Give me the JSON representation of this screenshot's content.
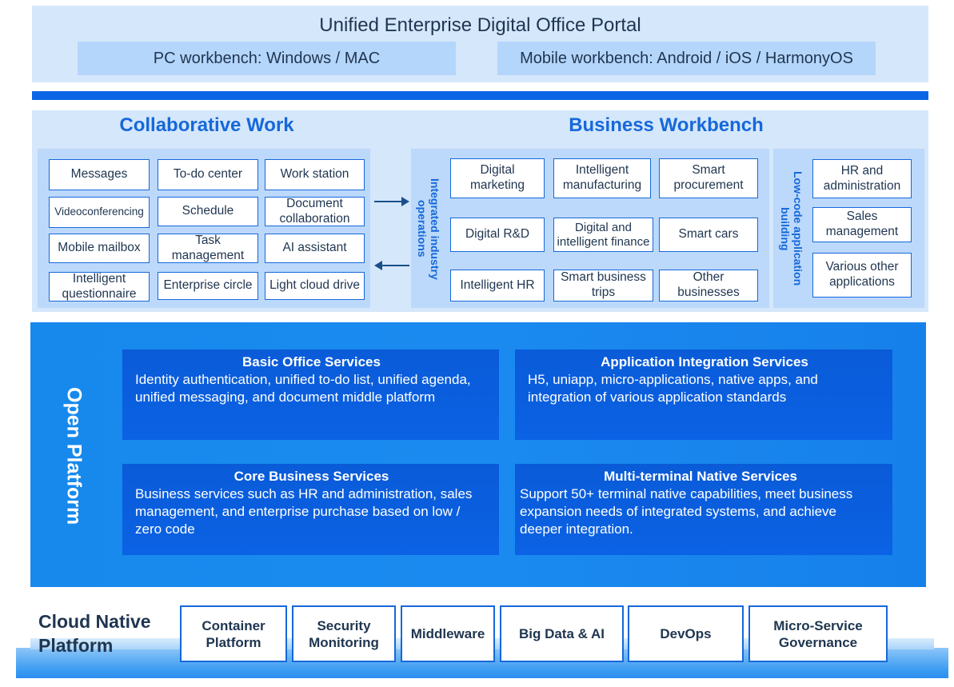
{
  "portal": {
    "title": "Unified Enterprise Digital Office Portal",
    "pc": "PC workbench: Windows / MAC",
    "mobile": "Mobile workbench: Android / iOS / HarmonyOS"
  },
  "collab": {
    "title": "Collaborative Work",
    "items": [
      "Messages",
      "To-do center",
      "Work station",
      "Videoconferencing",
      "Schedule",
      "Document collaboration",
      "Mobile mailbox",
      "Task management",
      "AI assistant",
      "Intelligent questionnaire",
      "Enterprise circle",
      "Light cloud drive"
    ]
  },
  "business": {
    "title": "Business Workbench",
    "side_label": "Integrated industry operations",
    "items": [
      "Digital marketing",
      "Intelligent manufacturing",
      "Smart procurement",
      "Digital R&D",
      "Digital and intelligent finance",
      "Smart cars",
      "Intelligent HR",
      "Smart business trips",
      "Other businesses"
    ]
  },
  "lowcode": {
    "label": "Low-code application building",
    "items": [
      "HR and administration",
      "Sales management",
      "Various other applications"
    ]
  },
  "open_platform": {
    "label": "Open Platform",
    "services": [
      {
        "title": "Basic Office Services",
        "desc": "Identity authentication, unified to-do list, unified agenda, unified messaging, and document middle platform"
      },
      {
        "title": "Application Integration Services",
        "desc": "H5, uniapp, micro-applications, native apps, and integration of various application standards"
      },
      {
        "title": "Core Business Services",
        "desc": "Business services such as HR and administration, sales management, and enterprise purchase based on low / zero code"
      },
      {
        "title": "Multi-terminal Native Services",
        "desc": "Support 50+ terminal native capabilities, meet business expansion needs of integrated systems, and achieve deeper integration."
      }
    ]
  },
  "cloud_native": {
    "title": "Cloud Native Platform",
    "items": [
      "Container Platform",
      "Security Monitoring",
      "Middleware",
      "Big Data & AI",
      "DevOps",
      "Micro-Service Governance"
    ]
  },
  "colors": {
    "primary": "#1668d9",
    "light_panel": "#d5e7fb",
    "open_platform": "#1789ec",
    "service_box": "#0b62e4"
  }
}
